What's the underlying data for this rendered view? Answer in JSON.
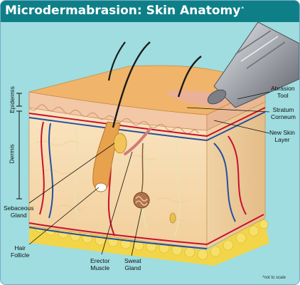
{
  "title": "Microdermabrasion: Skin Anatomy",
  "title_marker": "*",
  "layers": {
    "epidermis": "Epidermis",
    "dermis": "Dermis"
  },
  "labels": {
    "abrasion_tool": [
      "Abrasion",
      "Tool"
    ],
    "stratum_corneum": [
      "Stratum",
      "Corneum"
    ],
    "new_skin_layer": [
      "New Skin",
      "Layer"
    ],
    "sebaceous_gland": [
      "Sebaceous",
      "Gland"
    ],
    "hair_follicle": [
      "Hair",
      "Follicle"
    ],
    "erector_muscle": [
      "Erector",
      "Muscle"
    ],
    "sweat_gland": [
      "Sweat",
      "Gland"
    ]
  },
  "footnote": "*not to scale",
  "colors": {
    "background": "#9fdde0",
    "title_bar": "#0e7f87",
    "epidermis": "#f0b56a",
    "dermis": "#f7dcb2",
    "fat": "#f3d54a",
    "artery": "#c8102e",
    "vein": "#2450a0",
    "tool": "#9ca0a6"
  }
}
